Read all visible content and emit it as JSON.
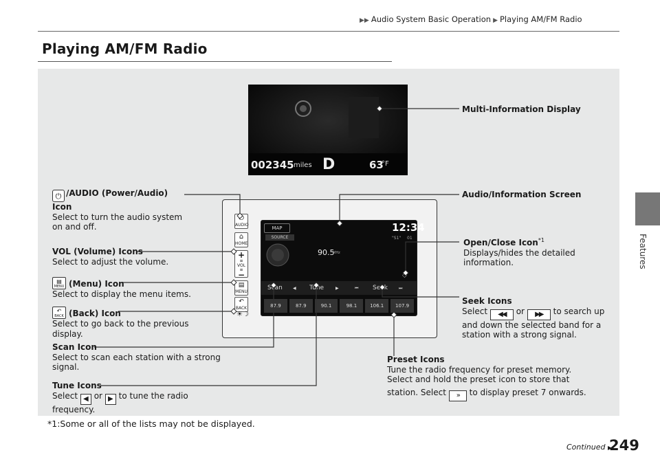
{
  "header": {
    "breadcrumb_1": "Audio System Basic Operation",
    "breadcrumb_2": "Playing AM/FM Radio",
    "arrow": "▶▶",
    "arrow_single": "▶"
  },
  "title": "Playing AM/FM Radio",
  "side_tab": "Features",
  "display": {
    "odometer": "002345",
    "odometer_unit": "miles",
    "gear": "D",
    "temp": "63",
    "temp_unit": "°F"
  },
  "screen": {
    "map": "MAP",
    "time": "12:34",
    "source": "SOURCE",
    "channel": "\"S1\"",
    "preset_count": "01",
    "freq": "90.5",
    "freq_unit": "MHz",
    "scan": "Scan",
    "tune": "Tune",
    "seek": "Seek",
    "presets": [
      "87.9",
      "87.9",
      "90.1",
      "98.1",
      "106.1",
      "107.9"
    ]
  },
  "left_buttons": {
    "audio": "AUDIO",
    "home": "HOME",
    "vol": "VOL",
    "menu": "MENU",
    "back": "BACK"
  },
  "callouts": {
    "multi_info": "Multi-Information Display",
    "audio_info": "Audio/Information Screen",
    "power_title": "/AUDIO (Power/Audio) Icon",
    "power_desc_1": "Select to turn the audio system",
    "power_desc_2": "on and off.",
    "vol_title": "VOL (Volume) Icons",
    "vol_desc": "Select to adjust the volume.",
    "menu_title": "(Menu) Icon",
    "menu_desc": "Select to display the menu items.",
    "back_title": "(Back) Icon",
    "back_desc_1": "Select to go back to the previous",
    "back_desc_2": "display.",
    "scan_title": "Scan Icon",
    "scan_desc_1": "Select to scan each station with a strong",
    "scan_desc_2": "signal.",
    "tune_title": "Tune Icons",
    "tune_desc_a": "Select",
    "tune_desc_or": "or",
    "tune_desc_b": "to tune the radio",
    "tune_desc_2": "frequency.",
    "open_close_title": "Open/Close Icon",
    "open_close_sup": "*1",
    "open_close_desc_1": "Displays/hides the detailed",
    "open_close_desc_2": "information.",
    "seek_title": "Seek Icons",
    "seek_desc_a": "Select",
    "seek_desc_or": "or",
    "seek_desc_b": "to search up",
    "seek_desc_2": "and down the selected band for a",
    "seek_desc_3": "station with a strong signal.",
    "preset_title": "Preset Icons",
    "preset_desc_1": "Tune the radio frequency for preset memory.",
    "preset_desc_2": "Select and hold the preset icon to store that",
    "preset_desc_3a": "station. Select",
    "preset_desc_3b": "to display preset 7 onwards."
  },
  "footnote": "*1:Some or all of the lists may not be displayed.",
  "continued": "Continued",
  "page_number": "249"
}
